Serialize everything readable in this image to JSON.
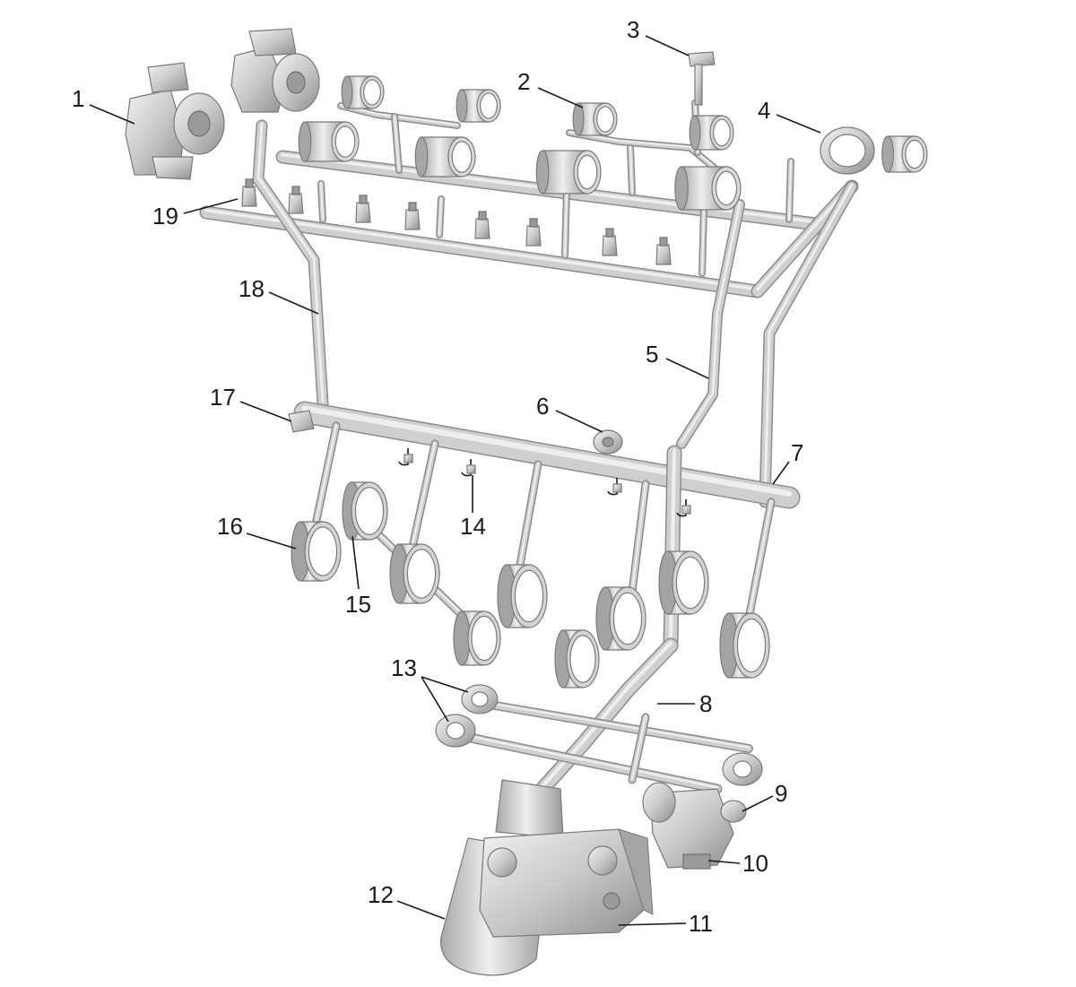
{
  "figure": {
    "callouts": [
      {
        "id": "c1",
        "label": "1"
      },
      {
        "id": "c2",
        "label": "2"
      },
      {
        "id": "c3",
        "label": "3"
      },
      {
        "id": "c4",
        "label": "4"
      },
      {
        "id": "c5",
        "label": "5"
      },
      {
        "id": "c6",
        "label": "6"
      },
      {
        "id": "c7",
        "label": "7"
      },
      {
        "id": "c8",
        "label": "8"
      },
      {
        "id": "c9",
        "label": "9"
      },
      {
        "id": "c10",
        "label": "10"
      },
      {
        "id": "c11",
        "label": "11"
      },
      {
        "id": "c12",
        "label": "12"
      },
      {
        "id": "c13",
        "label": "13"
      },
      {
        "id": "c14",
        "label": "14"
      },
      {
        "id": "c15",
        "label": "15"
      },
      {
        "id": "c16",
        "label": "16"
      },
      {
        "id": "c17",
        "label": "17"
      },
      {
        "id": "c18",
        "label": "18"
      },
      {
        "id": "c19",
        "label": "19"
      }
    ],
    "colors": {
      "metal_light": "#efefef",
      "metal_mid": "#c4c4c4",
      "metal_dark": "#8f8f8f",
      "line": "#1a1a1a",
      "background": "#ffffff"
    }
  }
}
